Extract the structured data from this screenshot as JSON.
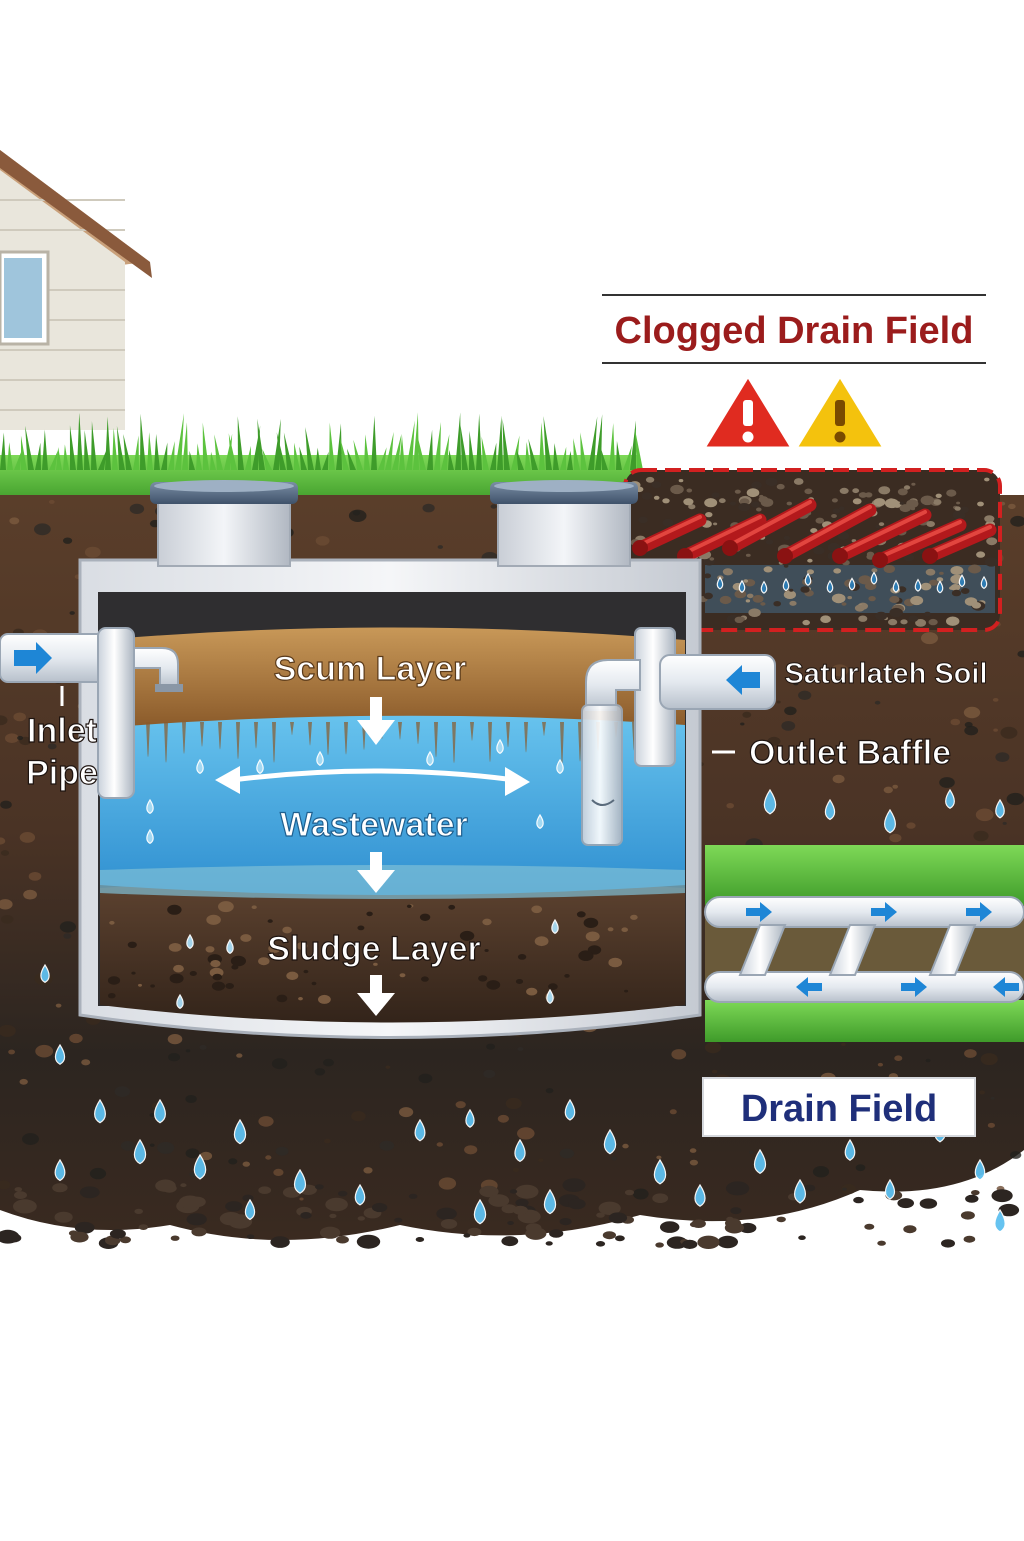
{
  "labels": {
    "clogged_title": "Clogged Drain Field",
    "scum_layer": "Scum Layer",
    "wastewater": "Wastewater",
    "sludge_layer": "Sludge Layer",
    "inlet_pipe_line1": "Inlet",
    "inlet_pipe_line2": "Pipe",
    "saturated_soil": "Saturlateh Soil",
    "outlet_baffle": "Outlet Baffle",
    "drain_field": "Drain Field"
  },
  "colors": {
    "clogged_title": "#9b1c1c",
    "drain_field_title": "#1f2f7a",
    "water": "#3aa8e0",
    "scum": "#a8743a",
    "sludge": "#4a3422",
    "soil": "#4b3526",
    "grass": "#4caf36",
    "warning_red": "#e02b20",
    "warning_yellow": "#f4c20d",
    "clogged_border": "#d22020",
    "flow_arrow": "#1e86d6"
  },
  "icons": {
    "warning_red": "warning-triangle-icon",
    "warning_yellow": "caution-triangle-icon",
    "flow_arrow": "arrow-icon",
    "house": "house-icon"
  }
}
